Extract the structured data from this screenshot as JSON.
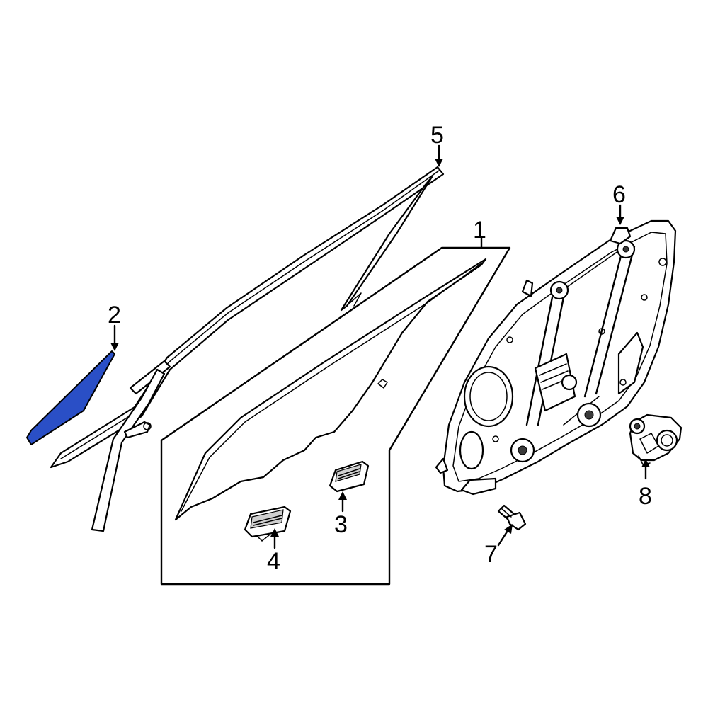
{
  "diagram": {
    "highlight_color": "#2a4fc6",
    "line_color": "#000000",
    "background": "#ffffff",
    "callouts": [
      {
        "id": "callout-1",
        "label": "1"
      },
      {
        "id": "callout-2",
        "label": "2"
      },
      {
        "id": "callout-3",
        "label": "3"
      },
      {
        "id": "callout-4",
        "label": "4"
      },
      {
        "id": "callout-5",
        "label": "5"
      },
      {
        "id": "callout-6",
        "label": "6"
      },
      {
        "id": "callout-7",
        "label": "7"
      },
      {
        "id": "callout-8",
        "label": "8"
      }
    ]
  }
}
